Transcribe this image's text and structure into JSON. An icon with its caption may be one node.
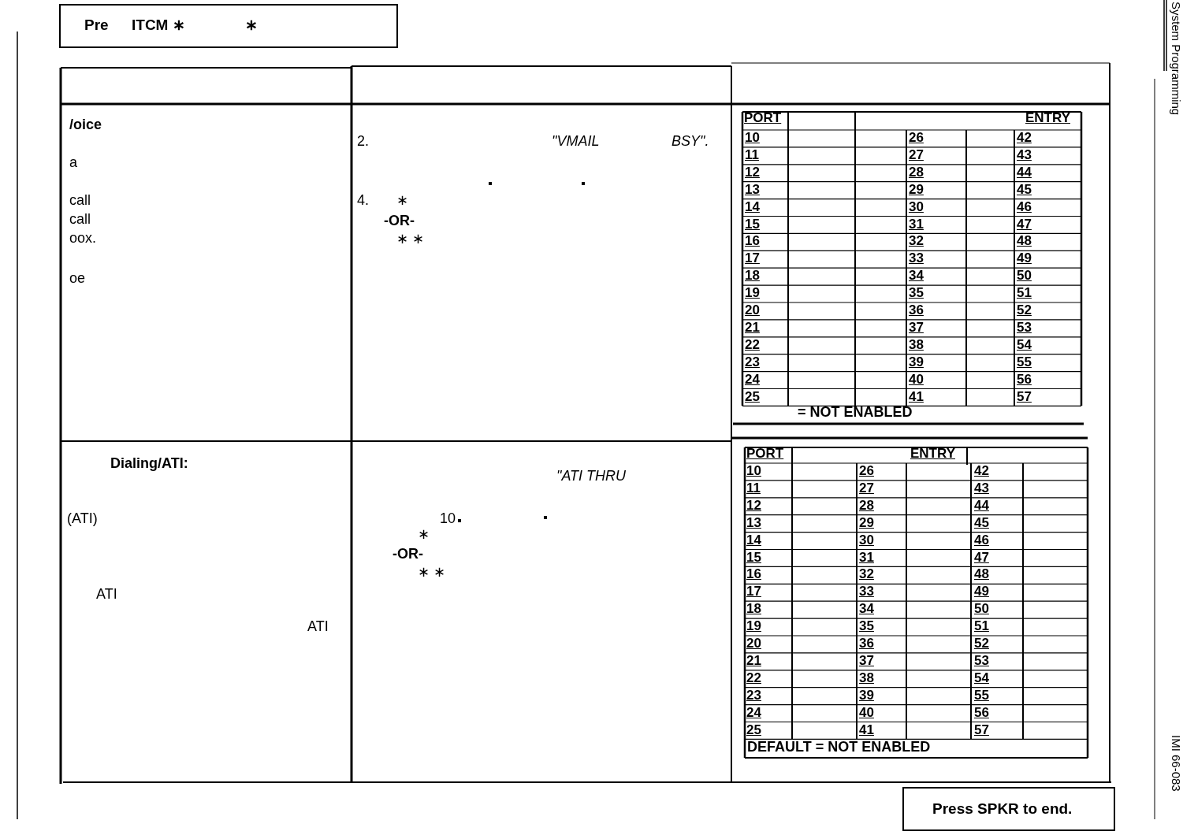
{
  "diagram": {
    "nodes": [
      {
        "text": [
          "Pre",
          "ITCM ∗",
          "∗"
        ]
      },
      {
        "text": [
          "Press SPKR to end."
        ]
      }
    ],
    "labels": [
      "/oice",
      "a",
      "call",
      "call",
      "oox.",
      "oe",
      "2.",
      "\"VMAIL",
      "BSY\".",
      "4.",
      "∗",
      "-OR-",
      "∗ ∗",
      "PORT",
      "ENTRY",
      "10",
      "26",
      "42",
      "11",
      "27",
      "43",
      "12",
      "28",
      "44",
      "13",
      "29",
      "45",
      "14",
      "30",
      "46",
      "15",
      "31",
      "47",
      "16",
      "32",
      "48",
      "17",
      "33",
      "49",
      "18",
      "34",
      "50",
      "19",
      "35",
      "51",
      "20",
      "36",
      "52",
      "21",
      "37",
      "53",
      "22",
      "38",
      "54",
      "23",
      "39",
      "55",
      "24",
      "40",
      "56",
      "25",
      "41",
      "57",
      "= NOT ENABLED",
      "Dialing/ATI:",
      "(ATI)",
      "ATI",
      "ATI",
      "\"ATI THRU",
      "10",
      "∗",
      "-OR-",
      "∗ ∗",
      "PORT",
      "ENTRY",
      "10",
      "26",
      "42",
      "11",
      "27",
      "43",
      "12",
      "28",
      "44",
      "13",
      "29",
      "45",
      "14",
      "30",
      "46",
      "15",
      "31",
      "47",
      "16",
      "32",
      "48",
      "17",
      "33",
      "49",
      "18",
      "34",
      "50",
      "19",
      "35",
      "51",
      "20",
      "36",
      "52",
      "21",
      "37",
      "53",
      "22",
      "38",
      "54",
      "23",
      "39",
      "55",
      "24",
      "40",
      "56",
      "25",
      "41",
      "57",
      "DEFAULT = NOT ENABLED",
      "System Programming",
      "IMI 66-083"
    ]
  }
}
